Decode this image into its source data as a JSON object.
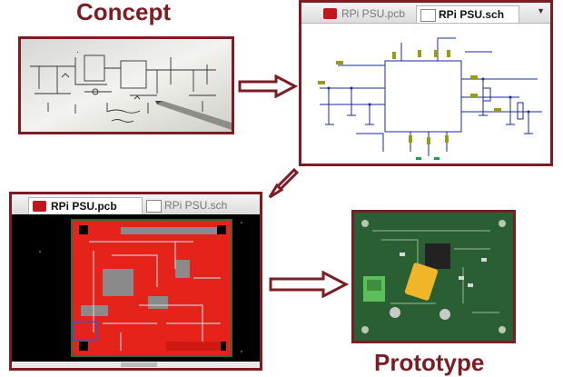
{
  "titles": {
    "concept": "Concept",
    "prototype": "Prototype"
  },
  "schematic_window": {
    "tabs": [
      {
        "label": "RPi PSU.pcb",
        "active": false
      },
      {
        "label": "RPi PSU.sch",
        "active": true
      }
    ],
    "dropdown_glyph": "▼"
  },
  "pcb_window": {
    "tabs": [
      {
        "label": "RPi PSU.pcb",
        "active": true
      },
      {
        "label": "RPi PSU.sch",
        "active": false
      }
    ]
  },
  "colors": {
    "frame_border": "#7b1d24",
    "title_text": "#7b1d24",
    "pcb_copper": "#e5231b",
    "pcb_background": "#000000",
    "schematic_wire": "#1a2a9c",
    "schematic_component": "#9a9a1a",
    "board_green": "#2f6b3a"
  },
  "icons": {
    "pcb_tab_icon": "pcb-icon",
    "sch_tab_icon": "schematic-icon",
    "flow_arrow": "outline-arrow-icon"
  }
}
